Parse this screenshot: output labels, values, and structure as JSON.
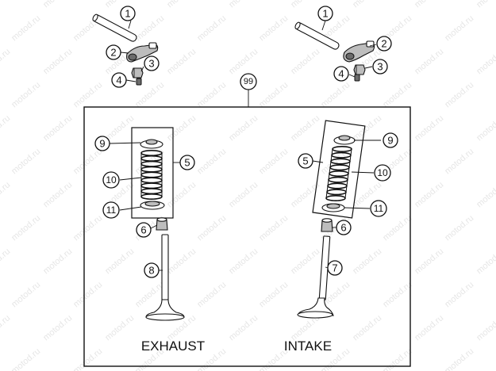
{
  "watermark": "motod.ru",
  "labels": {
    "exhaust": "EXHAUST",
    "intake": "INTAKE"
  },
  "callouts": {
    "assembly": "99",
    "c1": "1",
    "c2": "2",
    "c3": "3",
    "c4": "4",
    "c5": "5",
    "c6": "6",
    "c7": "7",
    "c8": "8",
    "c9": "9",
    "c10": "10",
    "c11": "11"
  }
}
